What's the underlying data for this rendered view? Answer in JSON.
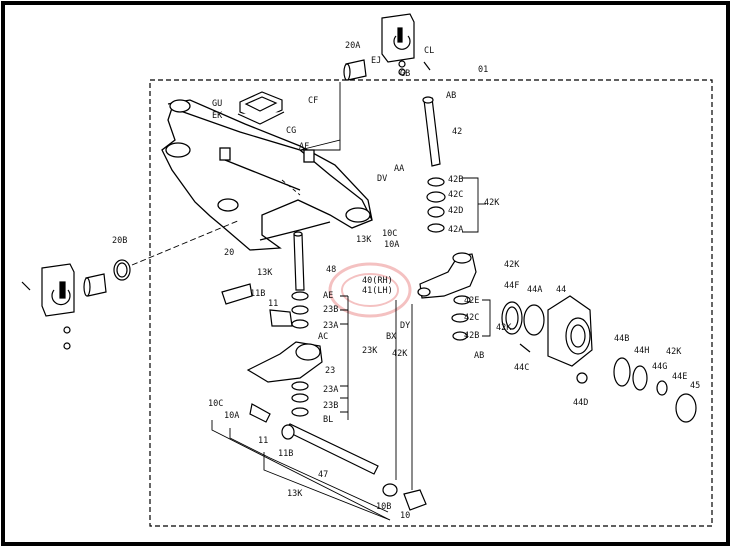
{
  "diagram": {
    "callouts": [
      {
        "id": "20A",
        "text": "20A"
      },
      {
        "id": "EJ",
        "text": "EJ"
      },
      {
        "id": "GB",
        "text": "GB"
      },
      {
        "id": "CL",
        "text": "CL"
      },
      {
        "id": "01",
        "text": "01"
      },
      {
        "id": "AB",
        "text": "AB"
      },
      {
        "id": "GU",
        "text": "GU"
      },
      {
        "id": "EK",
        "text": "EK"
      },
      {
        "id": "CF",
        "text": "CF"
      },
      {
        "id": "CG",
        "text": "CG"
      },
      {
        "id": "AF",
        "text": "AF"
      },
      {
        "id": "42",
        "text": "42"
      },
      {
        "id": "AA",
        "text": "AA"
      },
      {
        "id": "DV",
        "text": "DV"
      },
      {
        "id": "42B",
        "text": "42B"
      },
      {
        "id": "42C",
        "text": "42C"
      },
      {
        "id": "42D",
        "text": "42D"
      },
      {
        "id": "42K",
        "text": "42K"
      },
      {
        "id": "42A",
        "text": "42A"
      },
      {
        "id": "10C",
        "text": "10C"
      },
      {
        "id": "13K",
        "text": "13K"
      },
      {
        "id": "10A",
        "text": "10A"
      },
      {
        "id": "20B",
        "text": "20B"
      },
      {
        "id": "20",
        "text": "20"
      },
      {
        "id": "48",
        "text": "48"
      },
      {
        "id": "40RH",
        "text": "40(RH)"
      },
      {
        "id": "41LH",
        "text": "41(LH)"
      },
      {
        "id": "44F",
        "text": "44F"
      },
      {
        "id": "44A",
        "text": "44A"
      },
      {
        "id": "44",
        "text": "44"
      },
      {
        "id": "11B",
        "text": "11B"
      },
      {
        "id": "11",
        "text": "11"
      },
      {
        "id": "AE",
        "text": "AE"
      },
      {
        "id": "23B",
        "text": "23B"
      },
      {
        "id": "23A",
        "text": "23A"
      },
      {
        "id": "DY",
        "text": "DY"
      },
      {
        "id": "42E",
        "text": "42E"
      },
      {
        "id": "BX",
        "text": "BX"
      },
      {
        "id": "AC",
        "text": "AC"
      },
      {
        "id": "23K",
        "text": "23K"
      },
      {
        "id": "23",
        "text": "23"
      },
      {
        "id": "44C",
        "text": "44C"
      },
      {
        "id": "44B",
        "text": "44B"
      },
      {
        "id": "44H",
        "text": "44H"
      },
      {
        "id": "44G",
        "text": "44G"
      },
      {
        "id": "44E",
        "text": "44E"
      },
      {
        "id": "45",
        "text": "45"
      },
      {
        "id": "44D",
        "text": "44D"
      },
      {
        "id": "BL",
        "text": "BL"
      },
      {
        "id": "47",
        "text": "47"
      },
      {
        "id": "10B",
        "text": "10B"
      },
      {
        "id": "10",
        "text": "10"
      }
    ]
  }
}
